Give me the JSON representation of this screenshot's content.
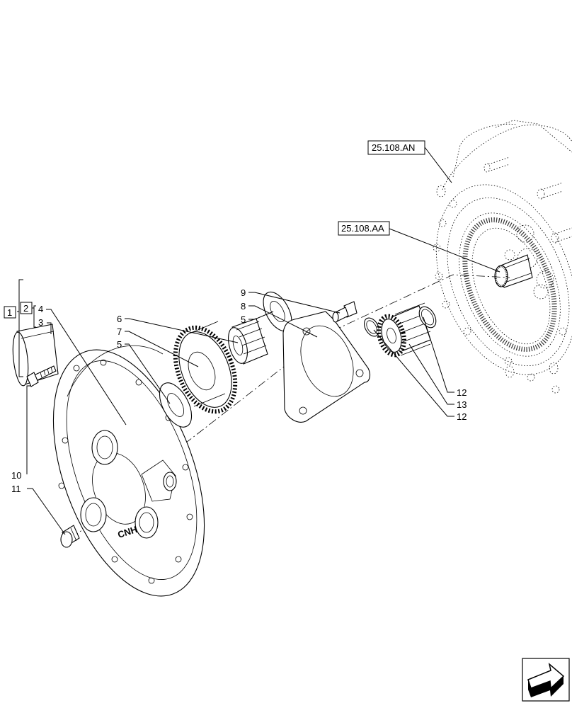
{
  "references": {
    "housing": "25.108.AN",
    "sun_gear": "25.108.AA"
  },
  "assembly_tags": {
    "outer": "1",
    "inner": "2"
  },
  "callouts": {
    "c4": "4",
    "c3": "3",
    "c10": "10",
    "c11": "11",
    "c6": "6",
    "c7": "7",
    "c5_left": "5",
    "c9": "9",
    "c8": "8",
    "c5_mid": "5",
    "c12_upper": "12",
    "c13": "13",
    "c12_lower": "12"
  },
  "carrier_marking": "CNH",
  "nav_icon": "next-page-arrow-icon"
}
